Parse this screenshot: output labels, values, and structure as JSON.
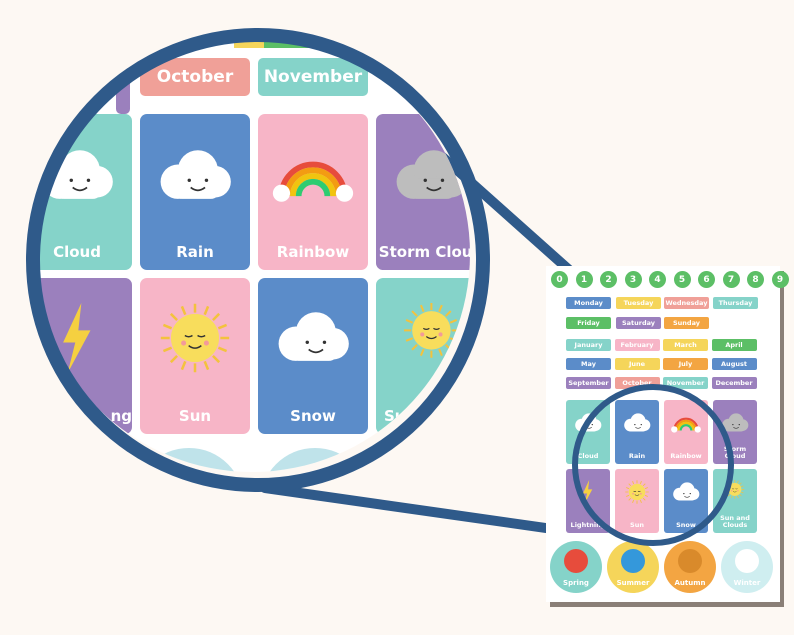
{
  "colors": {
    "ring": "#2f5a8a",
    "green": "#5cbf66",
    "blue": "#5b8cc9",
    "teal": "#85d3c9",
    "pink": "#f7b5c7",
    "purple": "#9b80bd",
    "salmon": "#f0a098",
    "yellow": "#f5d55a",
    "orange": "#f3a542",
    "gray": "#9a9aa8",
    "background": "#fdf8f3"
  },
  "digits": [
    "0",
    "1",
    "2",
    "3",
    "4",
    "5",
    "6",
    "7",
    "8",
    "9"
  ],
  "days": [
    {
      "label": "Monday",
      "color": "#5b8cc9"
    },
    {
      "label": "Tuesday",
      "color": "#f5d55a"
    },
    {
      "label": "Wednesday",
      "color": "#f0a098"
    },
    {
      "label": "Thursday",
      "color": "#85d3c9"
    },
    {
      "label": "Friday",
      "color": "#5cbf66"
    },
    {
      "label": "Saturday",
      "color": "#9b80bd"
    },
    {
      "label": "Sunday",
      "color": "#f3a542"
    }
  ],
  "months": [
    {
      "label": "January",
      "color": "#85d3c9"
    },
    {
      "label": "February",
      "color": "#f7b5c7"
    },
    {
      "label": "March",
      "color": "#f5d55a"
    },
    {
      "label": "April",
      "color": "#5cbf66"
    },
    {
      "label": "May",
      "color": "#5b8cc9"
    },
    {
      "label": "June",
      "color": "#f5d55a"
    },
    {
      "label": "July",
      "color": "#f3a542"
    },
    {
      "label": "August",
      "color": "#5b8cc9"
    },
    {
      "label": "September",
      "color": "#9b80bd"
    },
    {
      "label": "October",
      "color": "#f0a098"
    },
    {
      "label": "November",
      "color": "#85d3c9"
    },
    {
      "label": "December",
      "color": "#9b80bd"
    }
  ],
  "weather": [
    {
      "label": "Cloud",
      "color": "#85d3c9"
    },
    {
      "label": "Rain",
      "color": "#5b8cc9"
    },
    {
      "label": "Rainbow",
      "color": "#f7b5c7"
    },
    {
      "label": "Storm Cloud",
      "color": "#9b80bd"
    },
    {
      "label": "Lightning",
      "color": "#9b80bd"
    },
    {
      "label": "Sun",
      "color": "#f7b5c7"
    },
    {
      "label": "Snow",
      "color": "#5b8cc9"
    },
    {
      "label": "Sun and Clouds",
      "color": "#85d3c9"
    }
  ],
  "seasons": [
    {
      "label": "Spring",
      "color": "#85d3c9"
    },
    {
      "label": "Summer",
      "color": "#f5d55a"
    },
    {
      "label": "Autumn",
      "color": "#f3a542"
    },
    {
      "label": "Winter",
      "color": "#cfeef0"
    }
  ],
  "zoom": {
    "months": [
      "October",
      "November"
    ],
    "row1": [
      {
        "label": "Cloud",
        "color": "#85d3c9"
      },
      {
        "label": "Rain",
        "color": "#5b8cc9"
      },
      {
        "label": "Rainbow",
        "color": "#f7b5c7"
      },
      {
        "label": "Storm Cloud",
        "color": "#9b80bd"
      }
    ],
    "row2": [
      {
        "label": "Lightning",
        "color": "#9b80bd"
      },
      {
        "label": "Sun",
        "color": "#f7b5c7"
      },
      {
        "label": "Snow",
        "color": "#5b8cc9"
      },
      {
        "label": "Sun and Clouds",
        "color": "#85d3c9"
      }
    ],
    "visible_row2": [
      "ng",
      "Sun",
      "Snow",
      "Sun Cl"
    ]
  }
}
